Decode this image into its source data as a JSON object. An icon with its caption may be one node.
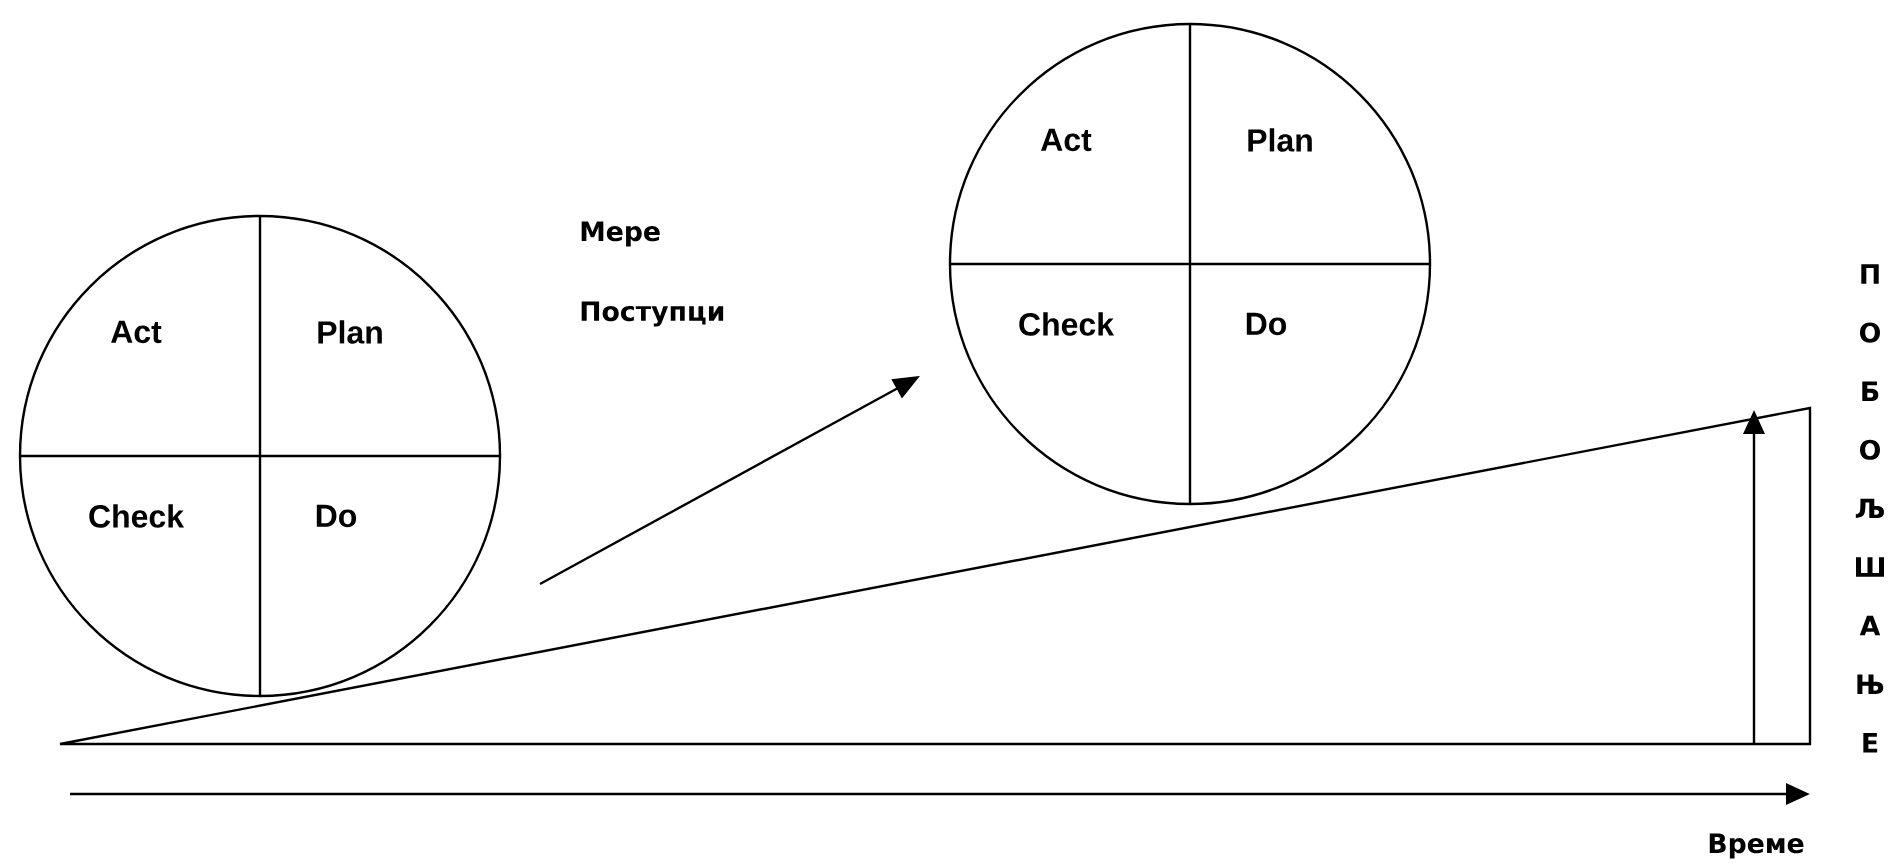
{
  "diagram": {
    "nodes": [
      {
        "text": [
          "Act",
          "Plan",
          "Check",
          "Do"
        ]
      },
      {
        "text": [
          "Act",
          "Plan",
          "Check",
          "Do"
        ]
      }
    ],
    "edges": [
      {
        "from": 0,
        "to": 1,
        "arrow": "to"
      }
    ],
    "labels": [
      "Мере",
      "Поступци",
      "П",
      "О",
      "Б",
      "О",
      "Љ",
      "Ш",
      "А",
      "Њ",
      "Е",
      "Време"
    ]
  }
}
